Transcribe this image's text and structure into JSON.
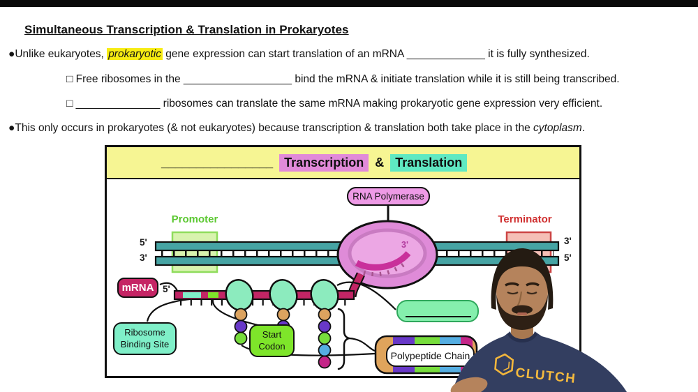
{
  "title": "Simultaneous Transcription & Translation in Prokaryotes",
  "bullets": {
    "b1": {
      "pre": "●Unlike eukaryotes, ",
      "highlight": "prokaryotic",
      "post": " gene expression can start translation of an mRNA _____________ it is fully synthesized."
    },
    "s1": {
      "text": "□ Free ribosomes in the __________________ bind the mRNA & initiate translation while it is still being transcribed."
    },
    "s2": {
      "text": "□ ______________ ribosomes can translate the same mRNA making prokaryotic gene expression very efficient."
    },
    "b2": {
      "pre": "●This only occurs in prokaryotes (& not eukaryotes) because transcription & translation both take place in the ",
      "italic": "cytoplasm",
      "post": "."
    }
  },
  "diagram": {
    "header": {
      "blank": "________________",
      "word1": "Transcription",
      "amp": "&",
      "word2": "Translation"
    },
    "labels": {
      "rna_polymerase": "RNA Polymerase",
      "promoter": "Promoter",
      "terminator": "Terminator",
      "mrna": "mRNA",
      "rbs_line1": "Ribosome",
      "rbs_line2": "Binding Site",
      "start_line1": "Start",
      "start_line2": "Codon",
      "polypeptide_chain": "Polypeptide Chain"
    },
    "dna_ends": {
      "left_top": "5'",
      "left_bottom": "3'",
      "right_top": "3'",
      "right_bottom": "5'",
      "mrna_5": "5'",
      "inner_3": "3'"
    }
  },
  "person": {
    "shirt_text": "CLUTCH"
  },
  "colors": {
    "text_highlight": "#f7ec13",
    "header_bg": "#f6f593",
    "transcription_bg": "#e18ad9",
    "translation_bg": "#5fe9c2",
    "rna_polymerase_fill": "#df8bd8",
    "mrna": "#c52565",
    "dna_teal": "#46a4a4",
    "promoter_green": "#5cc832",
    "terminator_red": "#d03030",
    "ribosome_teal": "#8cebbe",
    "start_codon_green": "#7ee52a",
    "shirt_navy": "#333e60",
    "logo_gold": "#f2b63c"
  }
}
